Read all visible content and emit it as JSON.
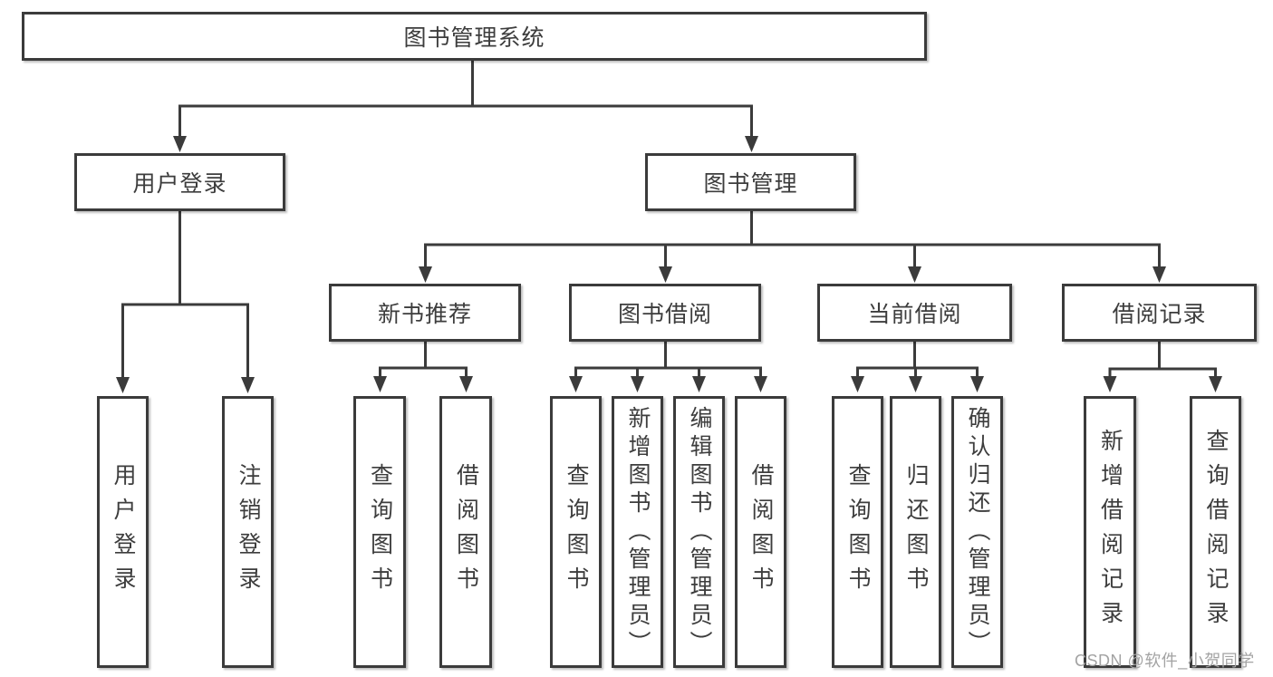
{
  "watermark": "CSDN @软件_小贺同学",
  "tree": {
    "root": "图书管理系统",
    "branches": [
      {
        "label": "用户登录",
        "leaves": [
          "用户登录",
          "注销登录"
        ]
      },
      {
        "label": "图书管理",
        "sections": [
          {
            "label": "新书推荐",
            "leaves": [
              "查询图书",
              "借阅图书"
            ]
          },
          {
            "label": "图书借阅",
            "leaves": [
              "查询图书",
              "新增图书（管理员）",
              "编辑图书（管理员）",
              "借阅图书"
            ]
          },
          {
            "label": "当前借阅",
            "leaves": [
              "查询图书",
              "归还图书",
              "确认归还（管理员）"
            ]
          },
          {
            "label": "借阅记录",
            "leaves": [
              "新增借阅记录",
              "查询借阅记录"
            ]
          }
        ]
      }
    ]
  }
}
